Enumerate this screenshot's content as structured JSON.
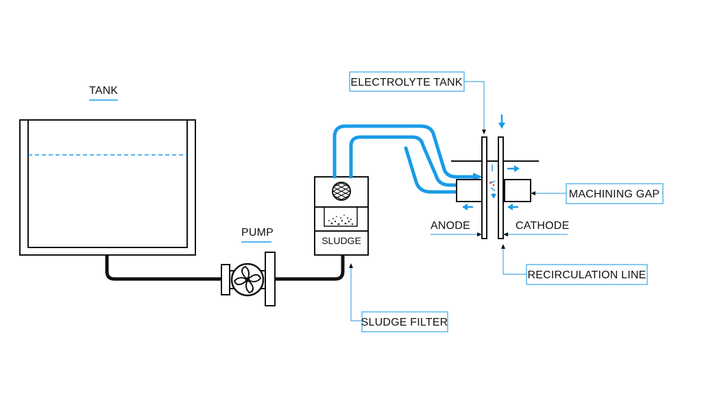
{
  "labels": {
    "tank": "TANK",
    "pump": "PUMP",
    "sludge": "SLUDGE",
    "electrolyte_tank": "ELECTROLYTE TANK",
    "machining_gap": "MACHINING GAP",
    "anode": "ANODE",
    "cathode": "CATHODE",
    "recirculation_line": "RECIRCULATION LINE",
    "sludge_filter": "SLUDGE FILTER"
  },
  "colors": {
    "flow_accent": "#1a9be8",
    "line": "#111111",
    "callout_border": "#5cb8ec"
  }
}
